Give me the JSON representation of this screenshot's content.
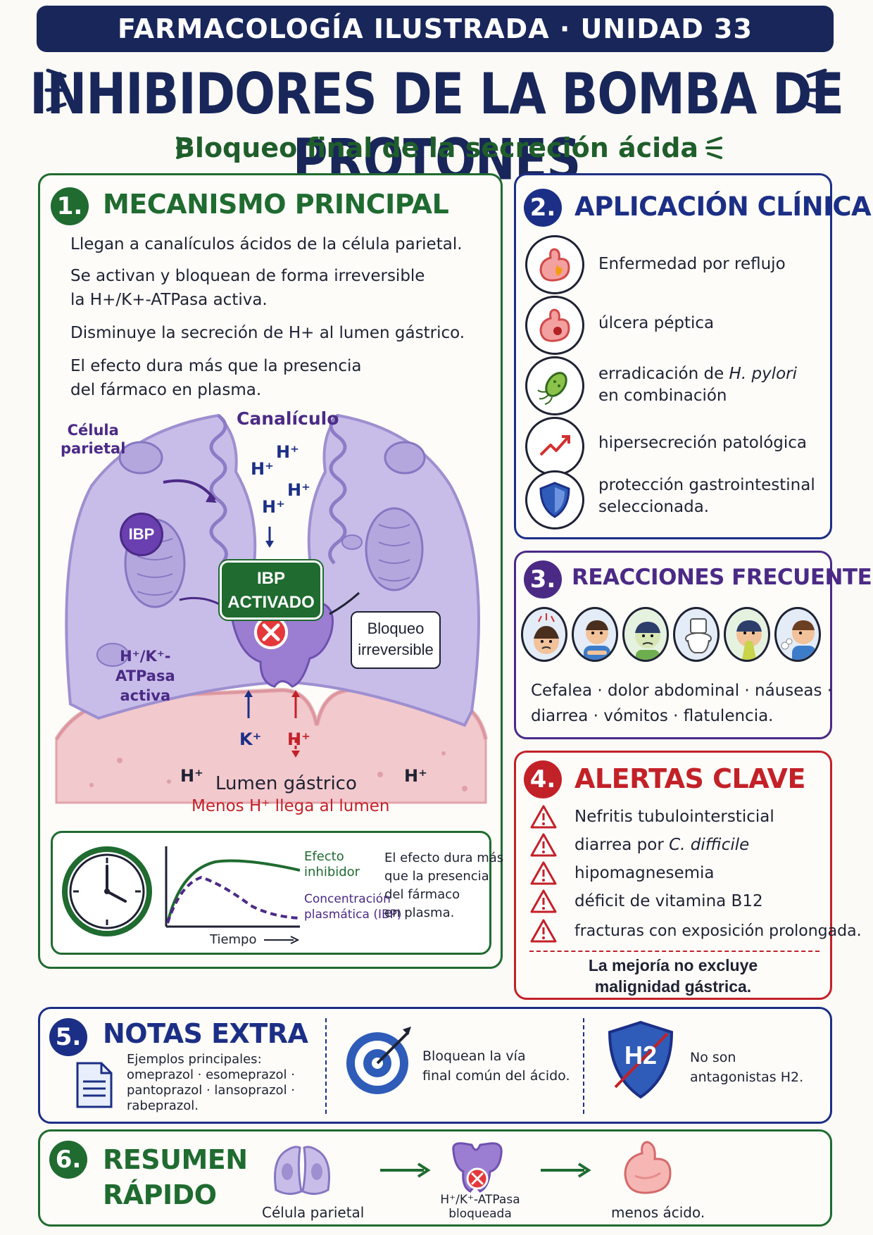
{
  "header": {
    "banner": "FARMACOLOGÍA ILUSTRADA · UNIDAD 33",
    "title": "INHIBIDORES DE LA BOMBA DE PROTONES",
    "subtitle": "Bloqueo final de la secreción ácida"
  },
  "colors": {
    "navy": "#18265a",
    "green": "#1f6b30",
    "blue": "#1c2f86",
    "purple": "#4b2a86",
    "red": "#c32128"
  },
  "mechanism": {
    "number": "1.",
    "title": "MECANISMO PRINCIPAL",
    "points": [
      "Llegan a canalículos ácidos de la célula parietal.",
      "Se activan y bloquean de forma irreversible",
      "la H+/K+-ATPasa activa.",
      "Disminuye la secreción de H+ al lumen gástrico.",
      "El efecto dura más que la presencia",
      "del fármaco en plasma."
    ],
    "diagram": {
      "cell_label_1": "Célula",
      "cell_label_2": "parietal",
      "canaliculus": "Canalículo",
      "ibp": "IBP",
      "ibp_activated_1": "IBP",
      "ibp_activated_2": "ACTIVADO",
      "block_1": "Bloqueo",
      "block_2": "irreversible",
      "pump_1": "H⁺/K⁺-",
      "pump_2": "ATPasa",
      "pump_3": "activa",
      "h_ion": "H⁺",
      "k_ion": "K⁺",
      "lumen": "Lumen gástrico",
      "less_h": "Menos H⁺ llega al lumen"
    },
    "graph": {
      "effect_1": "Efecto",
      "effect_2": "inhibidor",
      "conc_1": "Concentración",
      "conc_2": "plasmática (IBP)",
      "time": "Tiempo",
      "note_1": "El efecto dura más",
      "note_2": "que la presencia",
      "note_3": "del fármaco",
      "note_4": "en plasma."
    }
  },
  "clinical": {
    "number": "2.",
    "title": "APLICACIÓN CLÍNICA",
    "items": [
      {
        "icon": "stomach-fire-icon",
        "line1": "Enfermedad por reflujo",
        "line2": ""
      },
      {
        "icon": "stomach-ulcer-icon",
        "line1": "úlcera péptica",
        "line2": ""
      },
      {
        "icon": "bacteria-icon",
        "line1": "erradicación de",
        "italic": "H. pylori",
        "line2": "en combinación"
      },
      {
        "icon": "trend-up-icon",
        "line1": "hipersecreción patológica",
        "line2": ""
      },
      {
        "icon": "shield-icon",
        "line1": "protección gastrointestinal",
        "line2": "seleccionada."
      }
    ]
  },
  "reactions": {
    "number": "3.",
    "title": "REACCIONES FRECUENTES",
    "icons": [
      "headache-face-icon",
      "abdominal-pain-face-icon",
      "nausea-face-icon",
      "toilet-icon",
      "vomit-face-icon",
      "flatulence-face-icon"
    ],
    "line1": "Cefalea · dolor abdominal · náuseas ·",
    "line2": "diarrea · vómitos · flatulencia."
  },
  "alerts": {
    "number": "4.",
    "title": "ALERTAS CLAVE",
    "items": [
      {
        "text": "Nefritis tubulointersticial",
        "italic": ""
      },
      {
        "text": "diarrea por ",
        "italic": "C. difficile"
      },
      {
        "text": "hipomagnesemia",
        "italic": ""
      },
      {
        "text": "déficit de vitamina B12",
        "italic": ""
      },
      {
        "text": "fracturas con exposición prolongada.",
        "italic": ""
      }
    ],
    "note_1": "La mejoría no excluye",
    "note_2": "malignidad gástrica."
  },
  "notes": {
    "number": "5.",
    "title": "NOTAS EXTRA",
    "examples_1": "Ejemplos principales:",
    "examples_2": "omeprazol · esomeprazol ·",
    "examples_3": "pantoprazol · lansoprazol ·",
    "examples_4": "rabeprazol.",
    "target_1": "Bloquean la vía",
    "target_2": "final común del ácido.",
    "h2_badge": "H2",
    "h2_1": "No son",
    "h2_2": "antagonistas H2."
  },
  "summary": {
    "number": "6.",
    "title_1": "RESUMEN",
    "title_2": "RÁPIDO",
    "step1": "Célula parietal",
    "step2_1": "H⁺/K⁺-ATPasa",
    "step2_2": "bloqueada",
    "step3": "menos ácido."
  }
}
